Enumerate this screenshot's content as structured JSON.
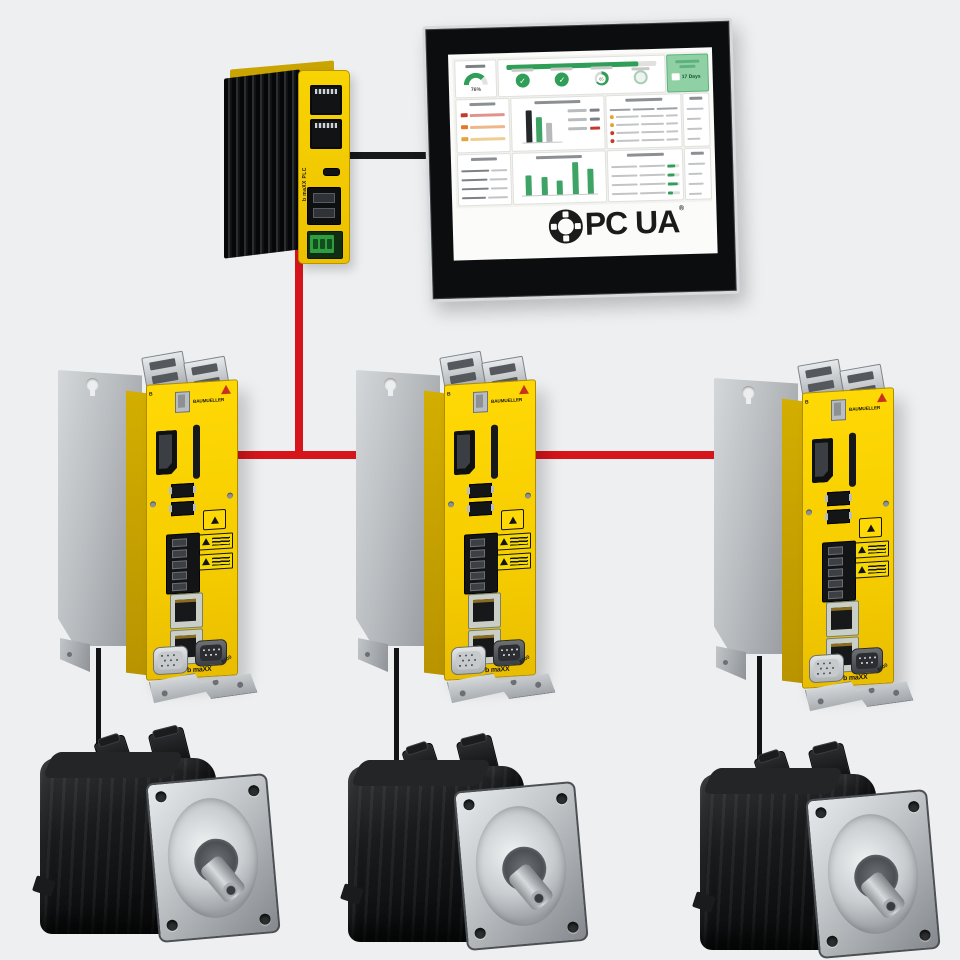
{
  "scene": {
    "name": "OPC UA automation topology",
    "description": "b maXX PLC controller connected to HMI panel showing OPC UA dashboard and to three b maXX 3000 servo drives driving three servo motors"
  },
  "gateway": {
    "label": "b maXX PLC"
  },
  "monitor": {
    "logo": {
      "name": "OPC UA",
      "text_rest": "PC UA",
      "reg": "®"
    },
    "dashboard": {
      "gauge": {
        "value_label": "76%",
        "percent": 76,
        "color": "#2f9e57"
      },
      "progress_bar": {
        "percent": 88,
        "color": "#2f9e57"
      },
      "status_circles": [
        {
          "state": "done",
          "icon": "✓"
        },
        {
          "state": "done",
          "icon": "✓"
        },
        {
          "state": "partial",
          "label": "65"
        },
        {
          "state": "pending",
          "label": ""
        }
      ],
      "side_card": {
        "value": "17 Days"
      },
      "charts": {
        "budget": {
          "type": "bar",
          "values": [
            100,
            78,
            58
          ],
          "colors": [
            "#24282b",
            "#3da465",
            "#b6babd"
          ]
        },
        "activity": {
          "type": "bar",
          "values": [
            30,
            27,
            21,
            48,
            38
          ],
          "colors": [
            "#3da465",
            "#3da465",
            "#3da465",
            "#3da465",
            "#3da465"
          ]
        }
      },
      "risk_colors": [
        "#c43b2e",
        "#e07b28",
        "#e3a43a"
      ],
      "invoice_badge_colors": [
        "#e3a43a",
        "#e3a43a",
        "#c43b2e",
        "#c43b2e"
      ],
      "summary_rows": [
        0.85,
        0.7,
        0.78,
        0.6
      ],
      "deadline_rows": [
        70,
        55,
        85,
        40
      ],
      "log_rows": [
        0.9,
        0.75,
        0.8,
        0.7
      ]
    }
  },
  "drive": {
    "brand": "BAUMUELLER",
    "model": "b maXX",
    "series": "3000"
  },
  "drives": [
    {},
    {},
    {}
  ],
  "motors": [
    {},
    {},
    {}
  ],
  "connections": {
    "bus_color": "#d6151b",
    "video_color": "#17181a",
    "motor_cable_color": "#121314"
  }
}
